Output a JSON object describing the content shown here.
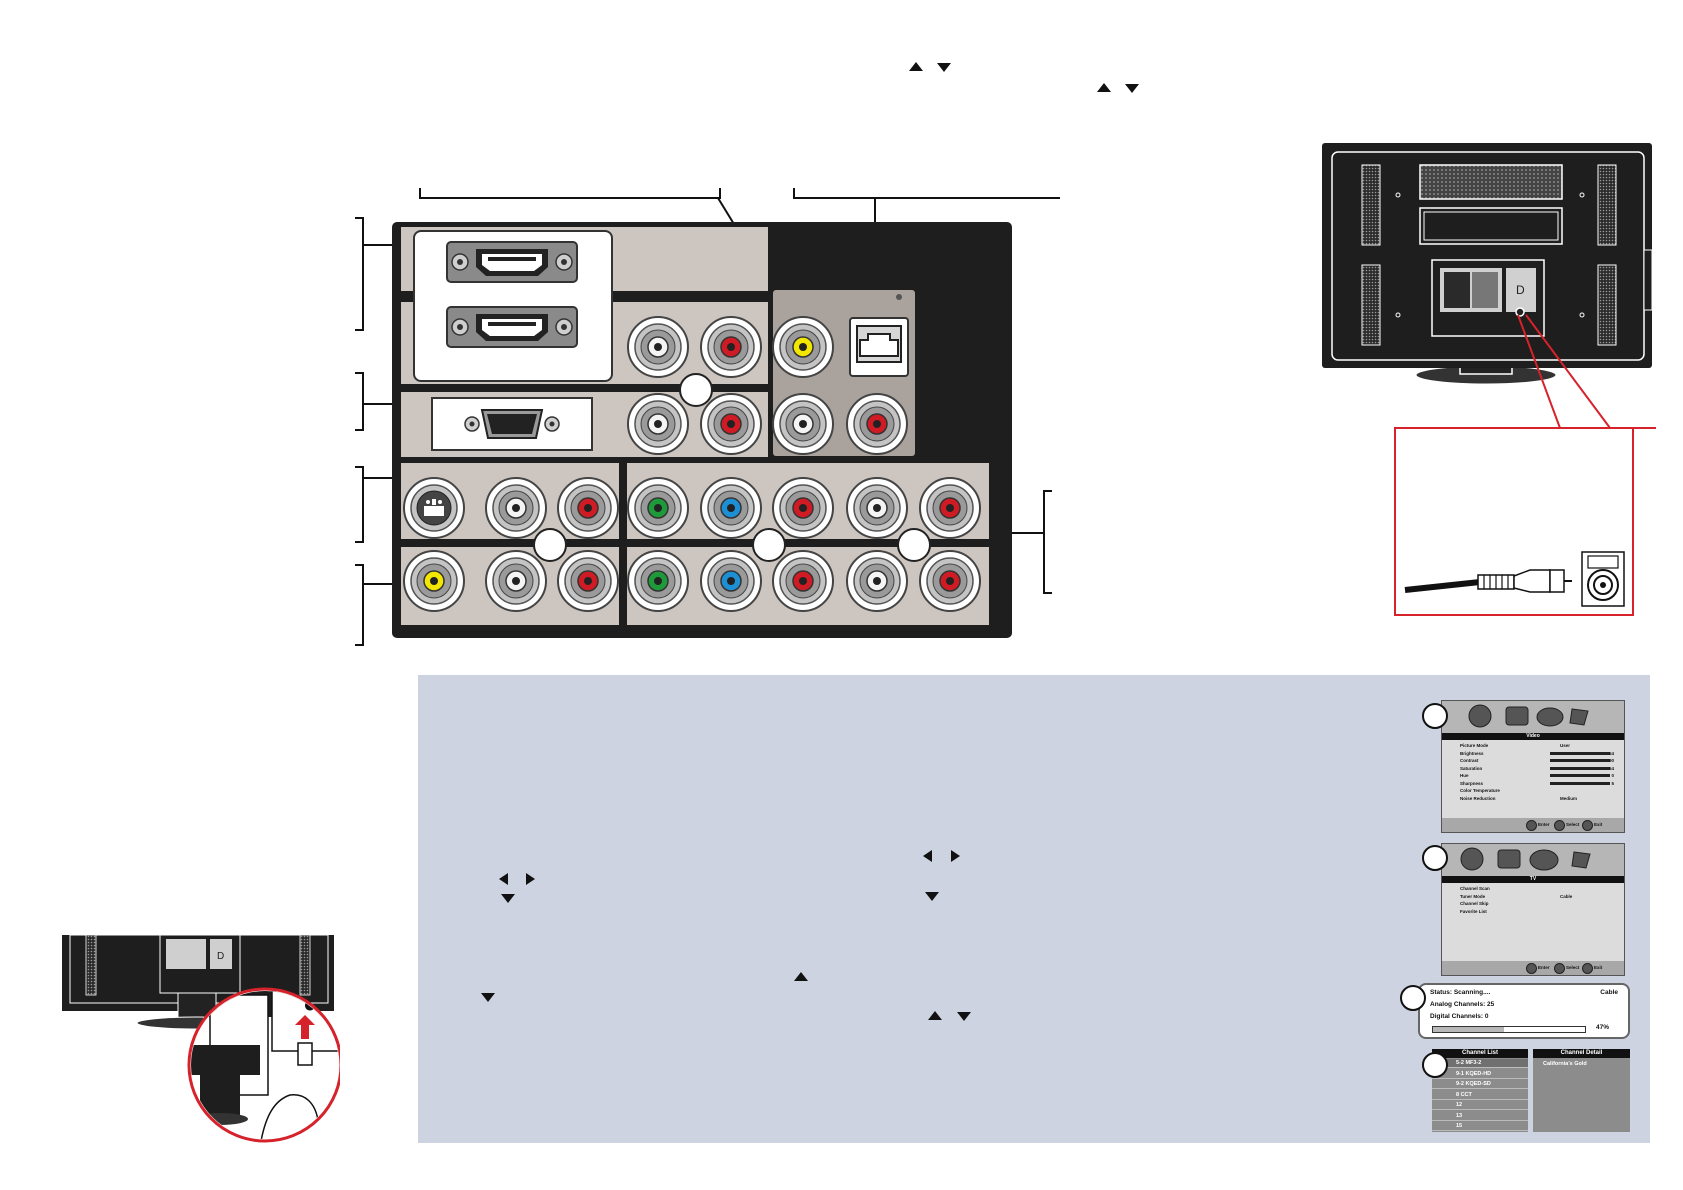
{
  "scan_status": {
    "status_label": "Status: Scanning....",
    "mode": "Cable",
    "analog": "Analog Channels: 25",
    "digital": "Digital Channels: 0",
    "progress_text": "47%",
    "progress": 0.47
  },
  "video_menu": {
    "title": "Video",
    "rows": [
      {
        "label": "Picture Mode",
        "value": "User",
        "num": ""
      },
      {
        "label": "Brightness",
        "value": "",
        "num": "54"
      },
      {
        "label": "Contrast",
        "value": "",
        "num": "90"
      },
      {
        "label": "Saturation",
        "value": "",
        "num": "54"
      },
      {
        "label": "Hue",
        "value": "",
        "num": "0"
      },
      {
        "label": "Sharpness",
        "value": "",
        "num": "5"
      },
      {
        "label": "Color Temperature",
        "value": "",
        "num": ""
      },
      {
        "label": "Noise Reduction",
        "value": "Medium",
        "num": ""
      }
    ],
    "footer": [
      "Enter",
      "Select",
      "Exit"
    ]
  },
  "tv_menu": {
    "title": "TV",
    "rows": [
      {
        "label": "Channel Scan",
        "value": ""
      },
      {
        "label": "Tuner Mode",
        "value": "Cable"
      },
      {
        "label": "Channel Skip",
        "value": ""
      },
      {
        "label": "Favorite List",
        "value": ""
      }
    ],
    "footer": [
      "Enter",
      "Select",
      "Exit"
    ]
  },
  "channel_list": {
    "title": "Channel List",
    "items": [
      "5-2  MF3-2",
      "9-1  KQED-HD",
      "9-2  KQED-SD",
      "8      CCT",
      "12",
      "13",
      "15"
    ]
  },
  "channel_detail": {
    "title": "Channel Detail",
    "text": "California's Gold"
  },
  "colors": {
    "panel_black": "#1e1e1e",
    "panel_gray": "#cdc5bf",
    "jack_red": "#d11b24",
    "jack_yellow": "#f3e600",
    "jack_green": "#1e9a3a",
    "jack_blue": "#1d8fd4",
    "inset_red": "#d6222a",
    "section_blue": "#cdd3e0"
  },
  "icons": [
    "arrow-up-icon",
    "arrow-down-icon",
    "arrow-left-icon",
    "arrow-right-icon"
  ]
}
